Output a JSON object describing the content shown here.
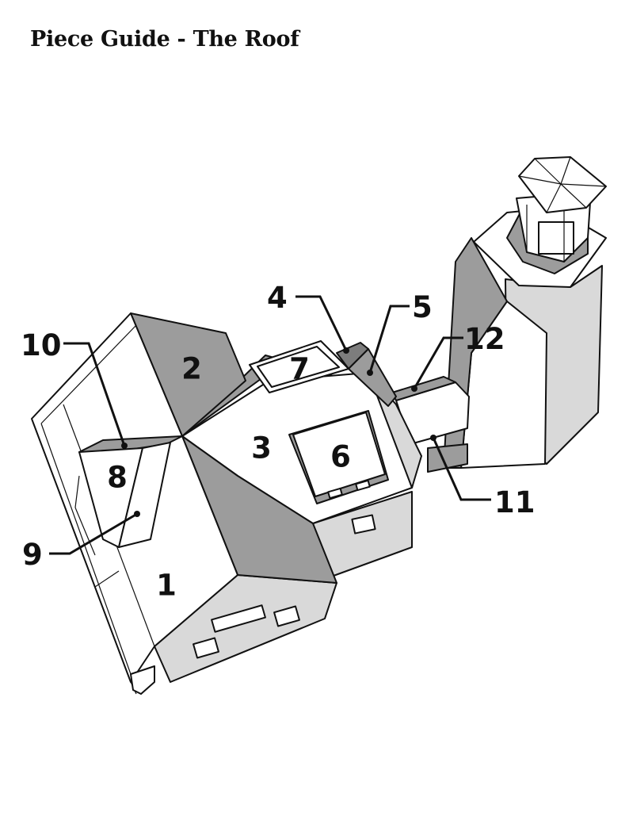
{
  "title": "Piece Guide - The Roof",
  "pieces": [
    {
      "id": "1",
      "label": "1"
    },
    {
      "id": "2",
      "label": "2"
    },
    {
      "id": "3",
      "label": "3"
    },
    {
      "id": "4",
      "label": "4"
    },
    {
      "id": "5",
      "label": "5"
    },
    {
      "id": "6",
      "label": "6"
    },
    {
      "id": "7",
      "label": "7"
    },
    {
      "id": "8",
      "label": "8"
    },
    {
      "id": "9",
      "label": "9"
    },
    {
      "id": "10",
      "label": "10"
    },
    {
      "id": "11",
      "label": "11"
    },
    {
      "id": "12",
      "label": "12"
    }
  ]
}
